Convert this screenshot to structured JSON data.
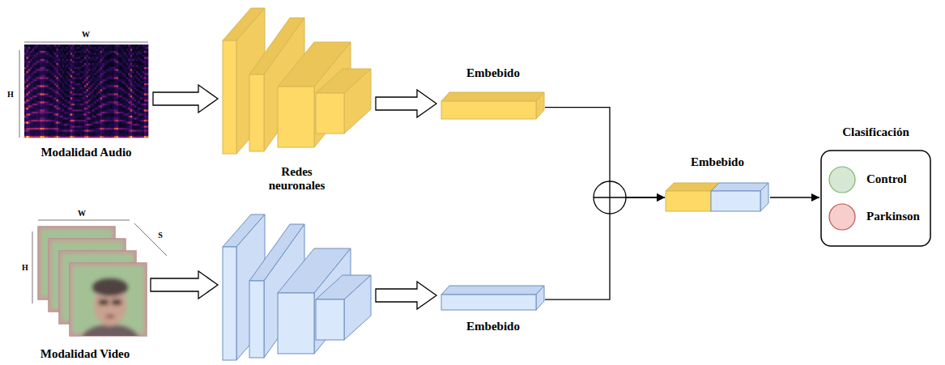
{
  "diagram": {
    "nodes": [
      {
        "text": [
          "Modalidad Audio"
        ]
      },
      {
        "text": [
          "Redes neuronales"
        ]
      },
      {
        "text": [
          "Embebido"
        ]
      },
      {
        "text": [
          "Modalidad Video"
        ]
      },
      {
        "text": []
      },
      {
        "text": [
          "Embebido"
        ]
      },
      {
        "text": [
          "Embebido"
        ]
      },
      {
        "text": [
          "Clasificación",
          "Control",
          "Parkinson"
        ]
      }
    ],
    "edges": [
      {
        "from": 0,
        "to": 1,
        "arrow": "to"
      },
      {
        "from": 1,
        "to": 2,
        "arrow": "to"
      },
      {
        "from": 3,
        "to": 4,
        "arrow": "to"
      },
      {
        "from": 4,
        "to": 5,
        "arrow": "to"
      },
      {
        "from": 2,
        "to": 6,
        "arrow": "to"
      },
      {
        "from": 5,
        "to": 6,
        "arrow": "to"
      },
      {
        "from": 6,
        "to": 7,
        "arrow": "to"
      }
    ],
    "labels": [
      "W",
      "H",
      "W",
      "H",
      "S"
    ]
  }
}
